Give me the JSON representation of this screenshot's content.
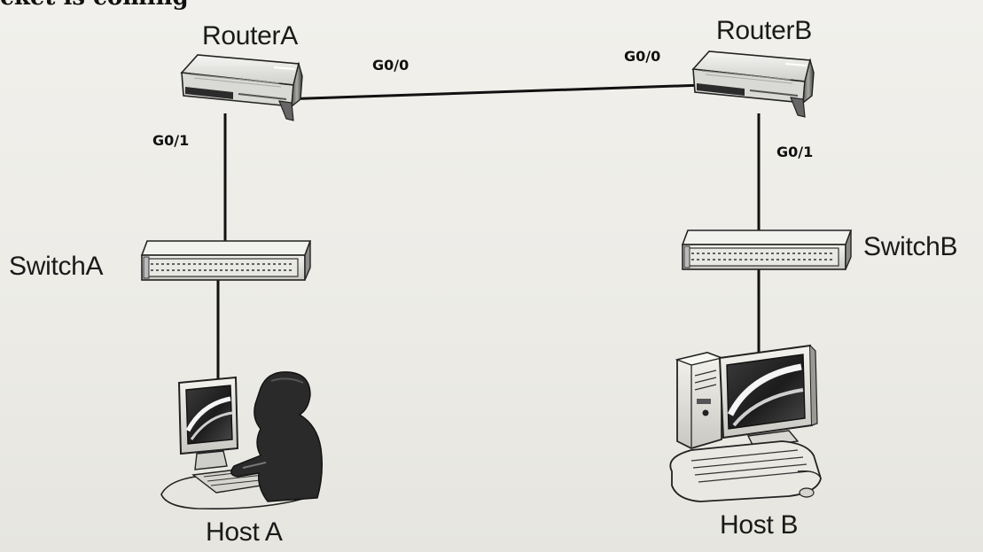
{
  "header_fragment": "cket is coming",
  "devices": {
    "router_a": {
      "name": "RouterA",
      "ports": {
        "g00": "G0/0",
        "g01": "G0/1"
      }
    },
    "router_b": {
      "name": "RouterB",
      "ports": {
        "g00": "G0/0",
        "g01": "G0/1"
      }
    },
    "switch_a": {
      "name": "SwitchA"
    },
    "switch_b": {
      "name": "SwitchB"
    },
    "host_a": {
      "name": "Host A"
    },
    "host_b": {
      "name": "Host B"
    }
  },
  "icons": [
    "router-icon",
    "switch-icon",
    "workstation-with-user-icon",
    "desktop-computer-icon"
  ]
}
